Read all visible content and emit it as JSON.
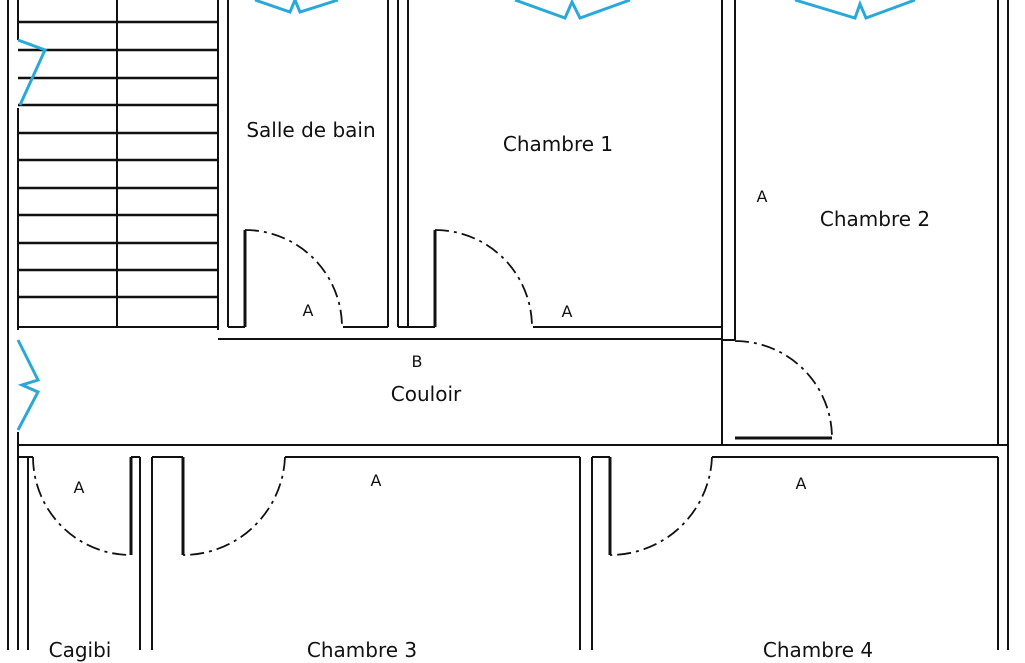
{
  "plan": {
    "rooms": {
      "bathroom": "Salle de bain",
      "bedroom1": "Chambre 1",
      "bedroom2": "Chambre 2",
      "corridor": "Couloir",
      "storage": "Cagibi",
      "bedroom3": "Chambre 3",
      "bedroom4": "Chambre 4"
    },
    "markers": {
      "bathroom_door": "A",
      "bedroom1_door": "A",
      "bedroom2": "A",
      "corridor": "B",
      "storage_door": "A",
      "bedroom3": "A",
      "bedroom4": "A"
    },
    "colors": {
      "wall": "#111111",
      "window": "#29a9d8"
    }
  }
}
